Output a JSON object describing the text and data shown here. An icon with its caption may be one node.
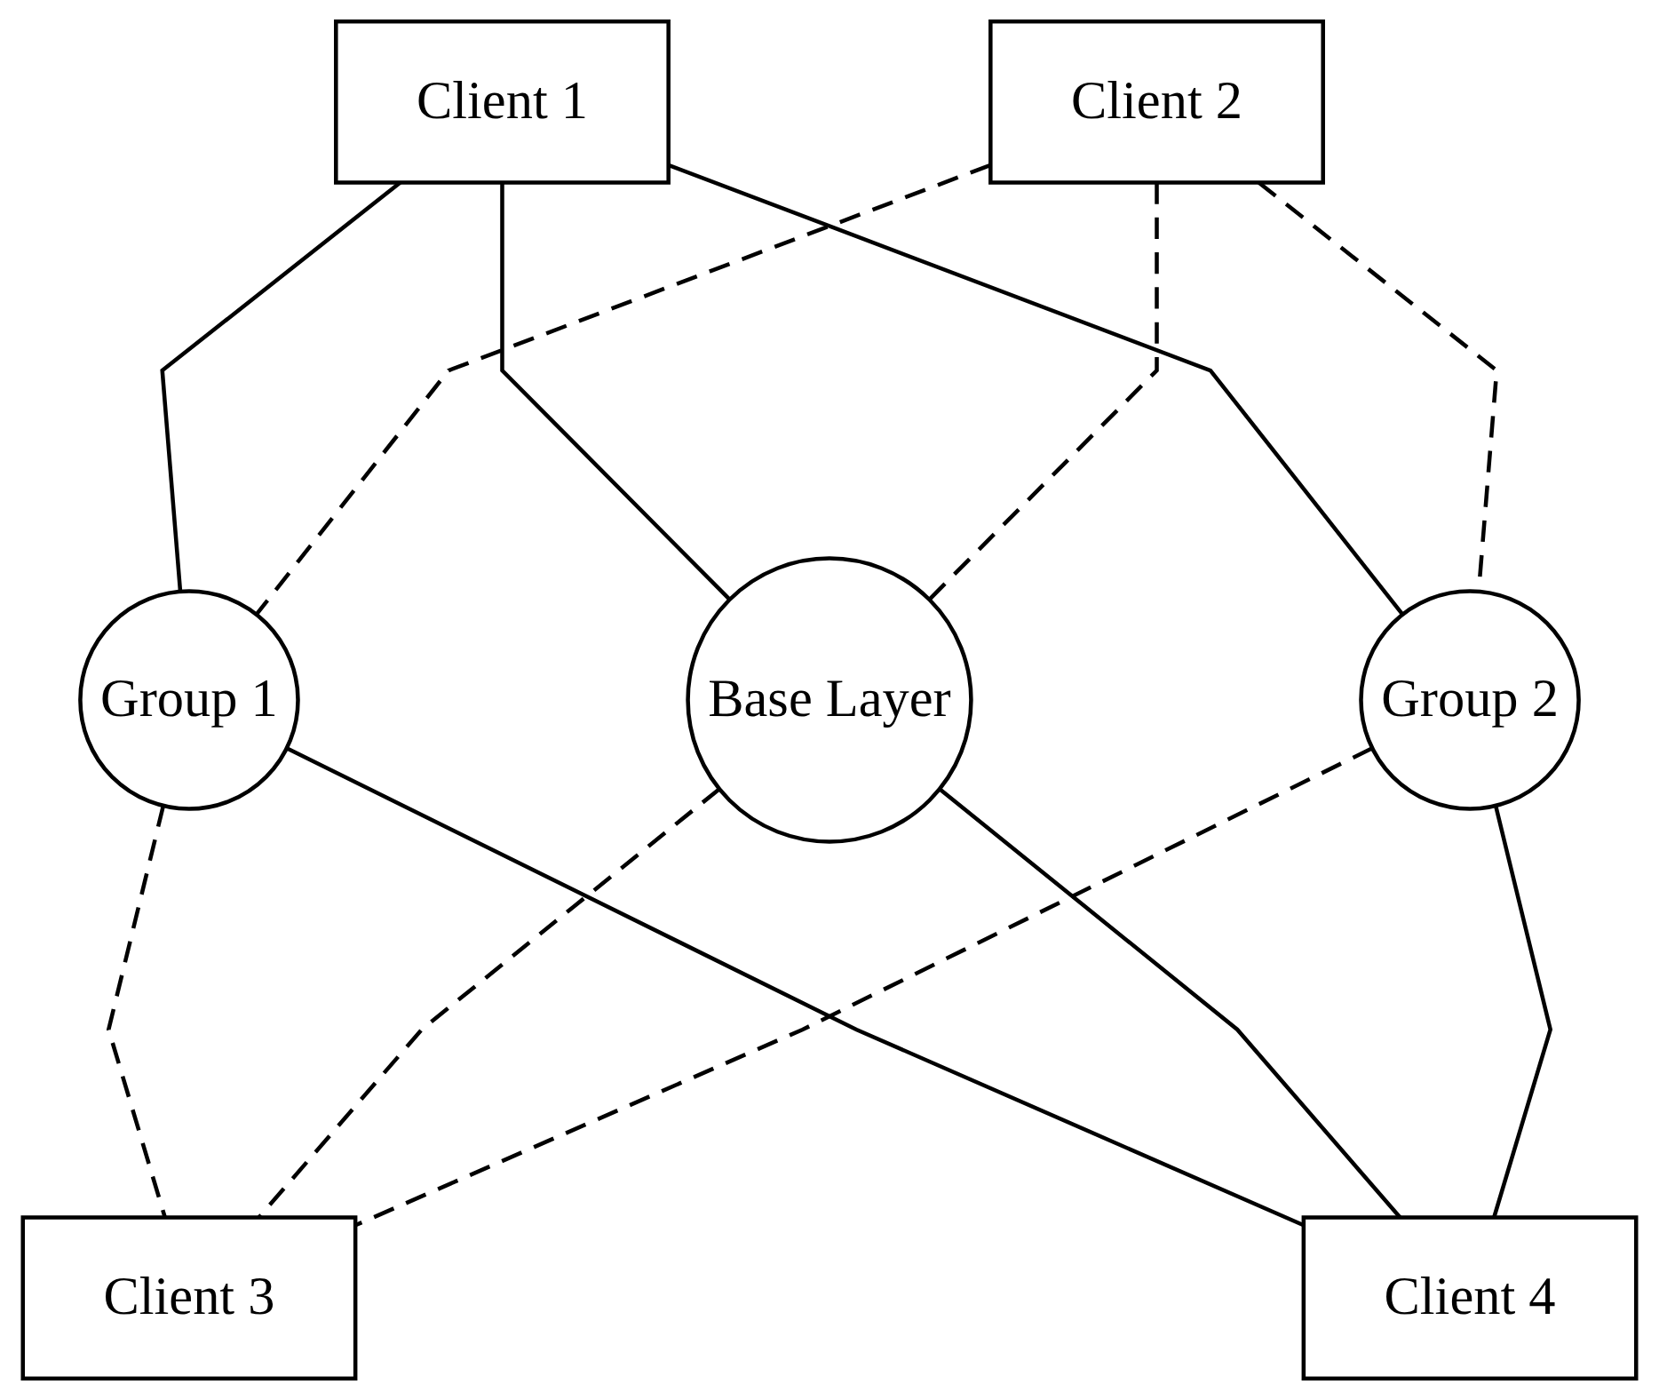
{
  "diagram": {
    "nodes": [
      {
        "text": [
          "Client 1"
        ]
      },
      {
        "text": [
          "Client 2"
        ]
      },
      {
        "text": [
          "Group 1"
        ]
      },
      {
        "text": [
          "Base Layer"
        ]
      },
      {
        "text": [
          "Group 2"
        ]
      },
      {
        "text": [
          "Client 3"
        ]
      },
      {
        "text": [
          "Client 4"
        ]
      }
    ],
    "edges": [
      {
        "from": 0,
        "to": 2,
        "arrow": "none"
      },
      {
        "from": 0,
        "to": 3,
        "arrow": "none"
      },
      {
        "from": 0,
        "to": 4,
        "arrow": "none"
      },
      {
        "from": 1,
        "to": 2,
        "arrow": "none",
        "style": "dashed"
      },
      {
        "from": 1,
        "to": 3,
        "arrow": "none",
        "style": "dashed"
      },
      {
        "from": 1,
        "to": 4,
        "arrow": "none",
        "style": "dashed"
      },
      {
        "from": 2,
        "to": 5,
        "arrow": "none",
        "style": "dashed"
      },
      {
        "from": 2,
        "to": 6,
        "arrow": "none"
      },
      {
        "from": 3,
        "to": 5,
        "arrow": "none",
        "style": "dashed"
      },
      {
        "from": 3,
        "to": 6,
        "arrow": "none"
      },
      {
        "from": 4,
        "to": 5,
        "arrow": "none",
        "style": "dashed"
      },
      {
        "from": 4,
        "to": 6,
        "arrow": "none"
      }
    ]
  }
}
